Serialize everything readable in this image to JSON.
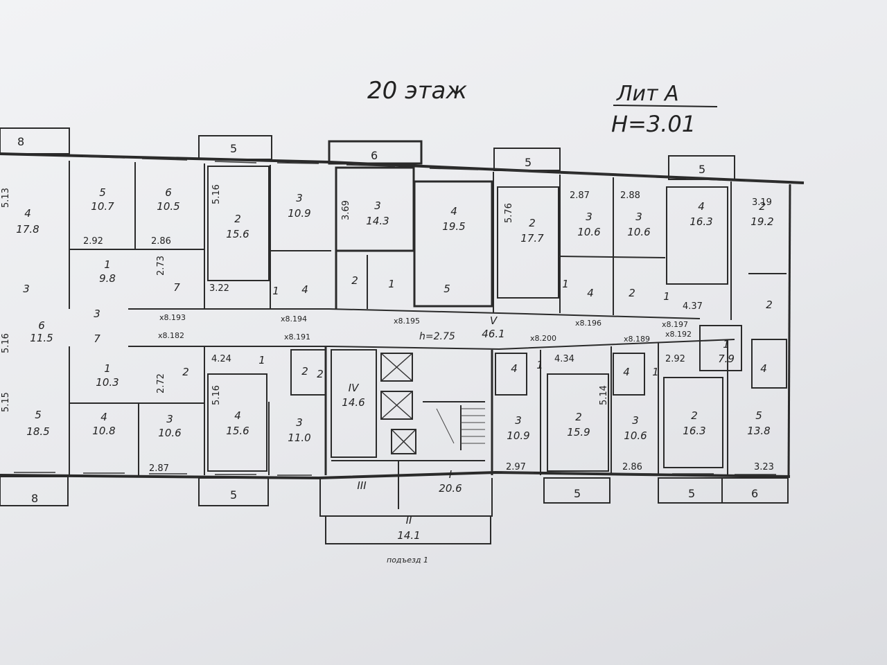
{
  "header": {
    "floor_title": "20 этаж",
    "lit": "Лит А",
    "height": "H=3.01"
  },
  "top_balconies": [
    "8",
    "5",
    "6",
    "5",
    "5"
  ],
  "bottom_balconies": [
    "8",
    "5",
    "5",
    "5",
    "6"
  ],
  "stair_balcony": {
    "num": "II",
    "area": "14.1"
  },
  "entrance_label": "подъезд 1",
  "corridor": {
    "num": "V",
    "area": "46.1",
    "height": "h=2.75",
    "elevations": [
      "x8.193",
      "x8.194",
      "x8.195",
      "x8.196",
      "x8.197",
      "x8.182",
      "x8.191",
      "x8.200",
      "x8.189",
      "x8.192"
    ]
  },
  "stair": {
    "room_iv": {
      "num": "IV",
      "area": "14.6"
    },
    "room_iii": {
      "num": "III"
    },
    "room_i": {
      "num": "I",
      "area": "20.6"
    }
  },
  "rooms": [
    {
      "num": "4",
      "area": "17.8"
    },
    {
      "num": "5",
      "area": "10.7"
    },
    {
      "num": "6",
      "area": "10.5"
    },
    {
      "num": "2",
      "area": "15.6"
    },
    {
      "num": "3",
      "area": "10.9"
    },
    {
      "num": "3",
      "area": "14.3"
    },
    {
      "num": "4",
      "area": "19.5"
    },
    {
      "num": "2",
      "area": "17.7"
    },
    {
      "num": "3",
      "area": "10.6"
    },
    {
      "num": "3",
      "area": "10.6"
    },
    {
      "num": "4",
      "area": "16.3"
    },
    {
      "num": "2",
      "area": "19.2"
    },
    {
      "num": "1",
      "area": "9.8"
    },
    {
      "num": "1",
      "area": "10.3"
    },
    {
      "num": "6",
      "area": "11.5"
    },
    {
      "num": "5",
      "area": "18.5"
    },
    {
      "num": "4",
      "area": "10.8"
    },
    {
      "num": "3",
      "area": "10.6"
    },
    {
      "num": "4",
      "area": "15.6"
    },
    {
      "num": "3",
      "area": "11.0"
    },
    {
      "num": "3",
      "area": "10.9"
    },
    {
      "num": "2",
      "area": "15.9"
    },
    {
      "num": "3",
      "area": "10.6"
    },
    {
      "num": "2",
      "area": "16.3"
    },
    {
      "num": "5",
      "area": "13.8"
    },
    {
      "num": "1",
      "area": "7.9"
    }
  ],
  "small_labels": [
    "3",
    "3",
    "7",
    "7",
    "1",
    "4",
    "2",
    "1",
    "5",
    "1",
    "4",
    "2",
    "1",
    "2",
    "2",
    "2",
    "4",
    "1",
    "4",
    "1",
    "1",
    "4",
    "2"
  ],
  "dimensions": [
    "5.16",
    "3.69",
    "5.76",
    "2.92",
    "2.86",
    "2.73",
    "3.22",
    "2.87",
    "2.88",
    "3.19",
    "4.37",
    "4.24",
    "2.72",
    "4.34",
    "2.92",
    "5.16",
    "5.14",
    "2.87",
    "2.97",
    "2.86",
    "3.23",
    "5.15",
    "5.13",
    "5.16"
  ]
}
